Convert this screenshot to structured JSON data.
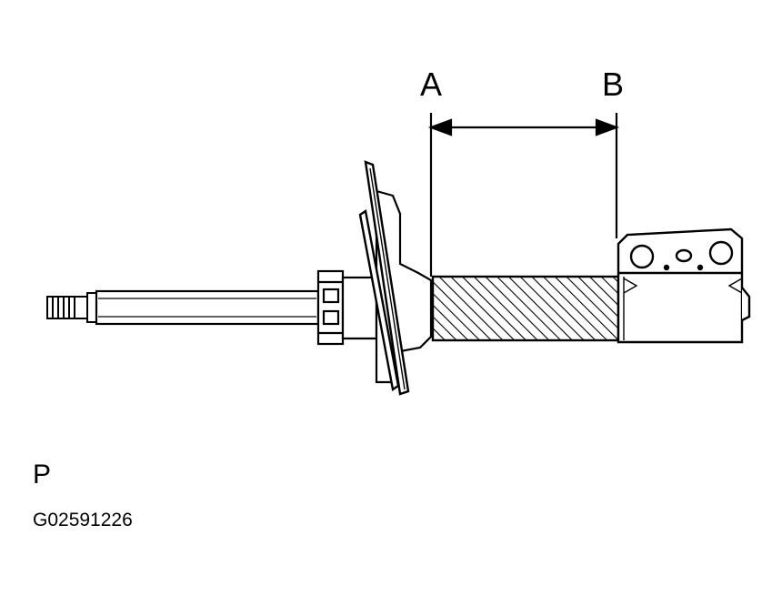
{
  "labels": {
    "point_a": "A",
    "point_b": "B",
    "view_letter": "P",
    "figure_code": "G02591226"
  },
  "colors": {
    "ink": "#000000",
    "background": "#ffffff"
  }
}
